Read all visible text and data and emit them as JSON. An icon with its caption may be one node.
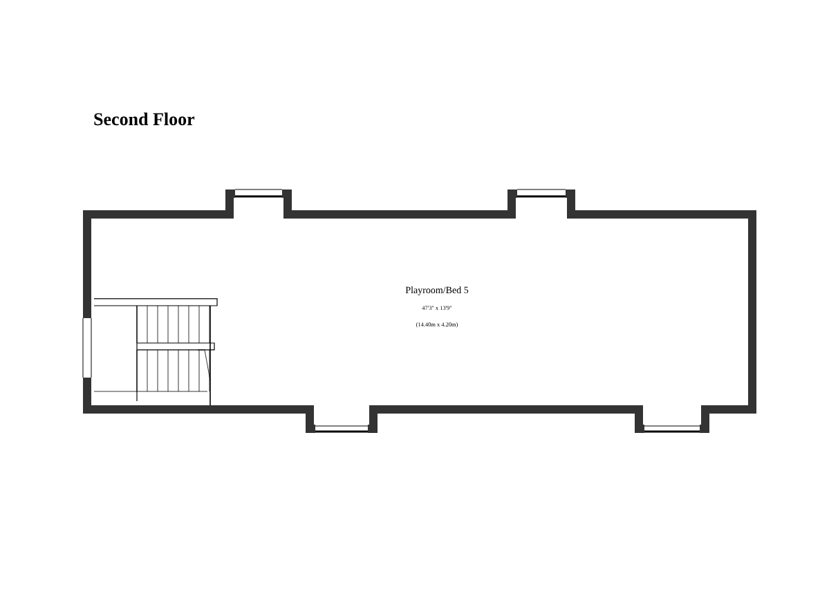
{
  "diagram": {
    "title": "Second Floor",
    "nodes": [
      {
        "text": [
          "Playroom/Bed 5",
          "47'3\" x 13'9\"",
          "(14.40m x 4.20m)"
        ]
      }
    ]
  }
}
